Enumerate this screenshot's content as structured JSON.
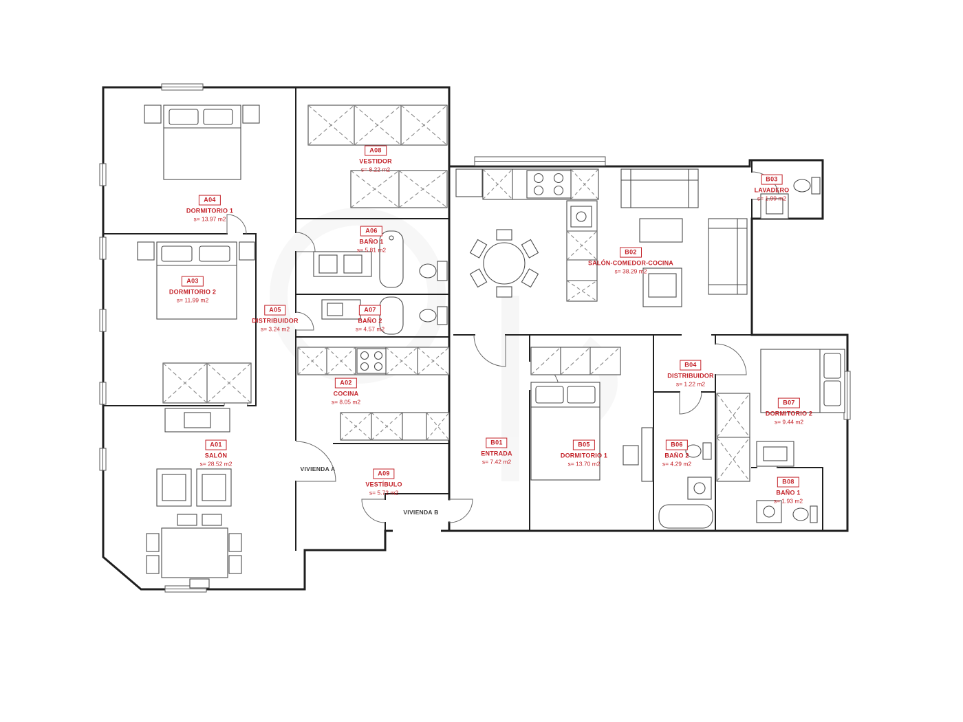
{
  "colors": {
    "label_red": "#c32128",
    "wall_black": "#1f1f1f",
    "furniture_gray": "#4a4a4a",
    "background": "#ffffff"
  },
  "annotations": {
    "vivienda_a": "VIVIENDA A",
    "vivienda_b": "VIVIENDA B"
  },
  "rooms": [
    {
      "code": "A04",
      "name": "DORMITORIO 1",
      "area": "s= 13.97 m2"
    },
    {
      "code": "A08",
      "name": "VESTIDOR",
      "area": "s= 8.22 m2"
    },
    {
      "code": "A06",
      "name": "BAÑO 1",
      "area": "s= 5.81 m2"
    },
    {
      "code": "A03",
      "name": "DORMITORIO 2",
      "area": "s= 11.99 m2"
    },
    {
      "code": "A05",
      "name": "DISTRIBUIDOR",
      "area": "s= 3.24 m2"
    },
    {
      "code": "A07",
      "name": "BAÑO 2",
      "area": "s= 4.57 m2"
    },
    {
      "code": "A02",
      "name": "COCINA",
      "area": "s= 8.05 m2"
    },
    {
      "code": "A01",
      "name": "SALÓN",
      "area": "s= 28.52 m2"
    },
    {
      "code": "A09",
      "name": "VESTÍBULO",
      "area": "s= 5.72 m2"
    },
    {
      "code": "B03",
      "name": "LAVADERO",
      "area": "s= 1.99 m2"
    },
    {
      "code": "B02",
      "name": "SALÓN-COMEDOR-COCINA",
      "area": "s= 38.29 m2"
    },
    {
      "code": "B04",
      "name": "DISTRIBUIDOR",
      "area": "s= 1.22 m2"
    },
    {
      "code": "B07",
      "name": "DORMITORIO 2",
      "area": "s= 9.44 m2"
    },
    {
      "code": "B01",
      "name": "ENTRADA",
      "area": "s= 7.42 m2"
    },
    {
      "code": "B05",
      "name": "DORMITORIO 1",
      "area": "s= 13.70 m2"
    },
    {
      "code": "B06",
      "name": "BAÑO 2",
      "area": "s= 4.29 m2"
    },
    {
      "code": "B08",
      "name": "BAÑO 1",
      "area": "s= 1.93 m2"
    }
  ]
}
